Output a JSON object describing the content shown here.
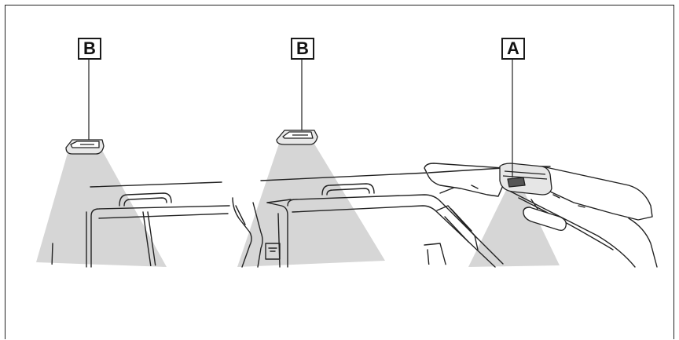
{
  "callouts": {
    "left": "B",
    "middle": "B",
    "right": "A"
  },
  "colors": {
    "light_beam": "#d4d4d4",
    "line": "#222222",
    "background": "#ffffff"
  }
}
